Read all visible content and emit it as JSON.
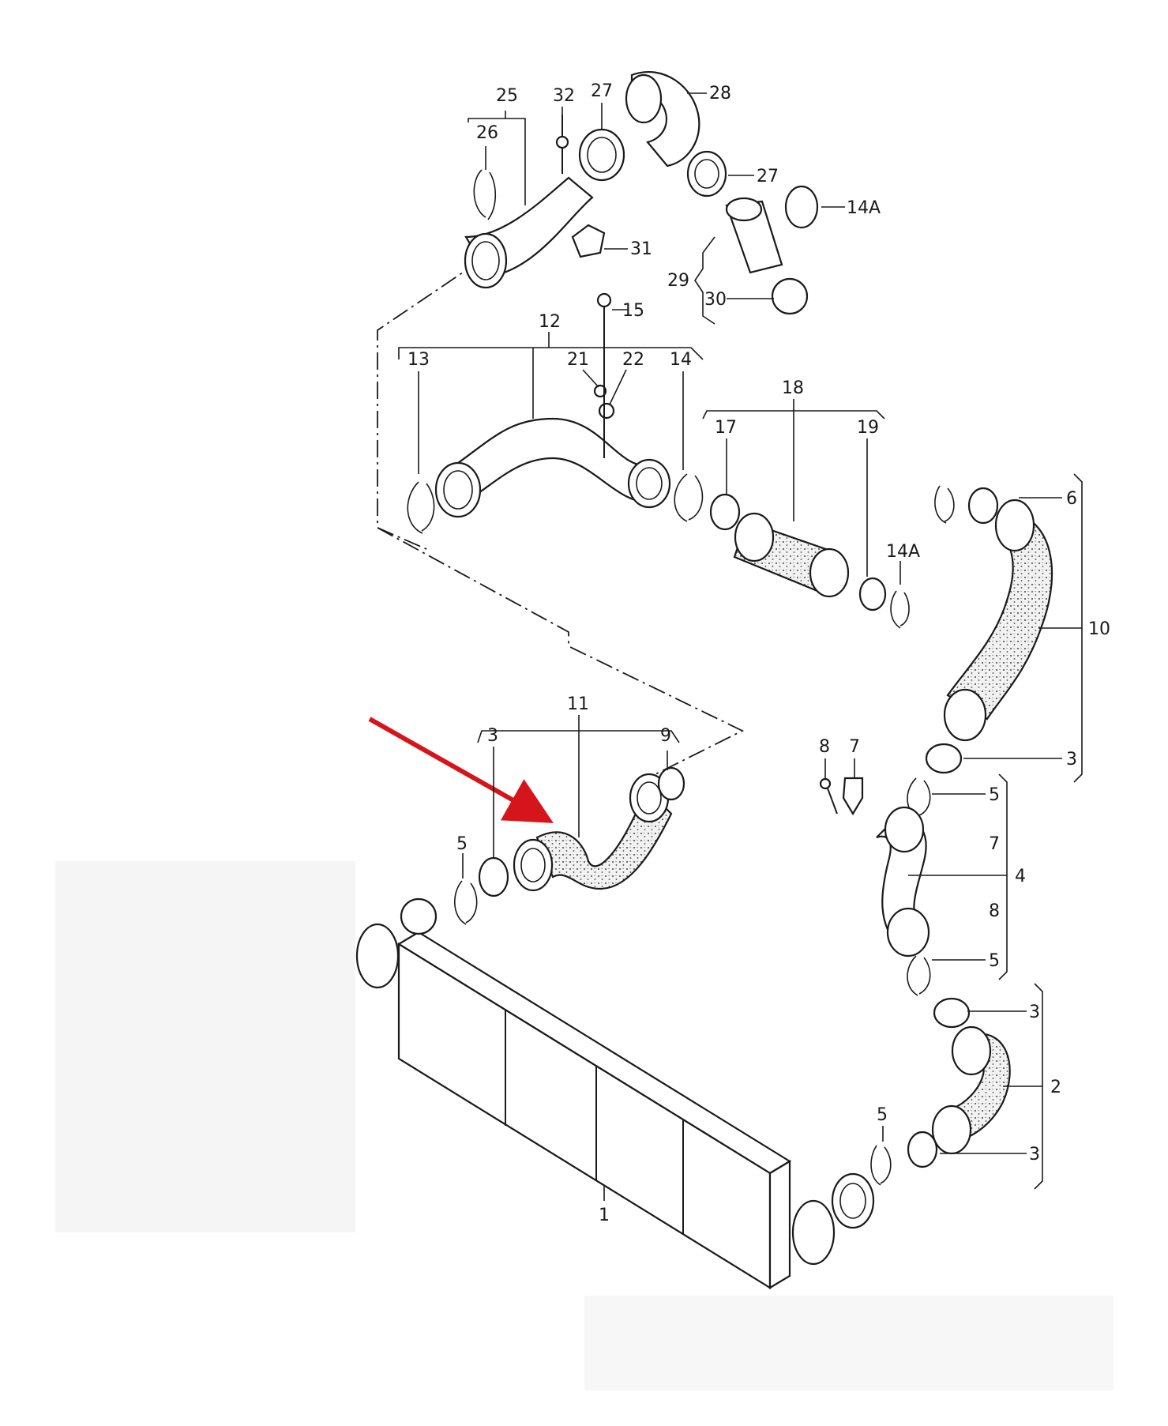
{
  "accent_color": "#d6141c",
  "callouts": {
    "c1": "1",
    "c2": "2",
    "c3a": "3",
    "c3b": "3",
    "c3c": "3",
    "c3d": "3",
    "c4": "4",
    "c5a": "5",
    "c5b": "5",
    "c5c": "5",
    "c5d": "5",
    "c6": "6",
    "c7a": "7",
    "c7b": "7",
    "c8a": "8",
    "c8b": "8",
    "c9": "9",
    "c10": "10",
    "c11": "11",
    "c12": "12",
    "c13": "13",
    "c14": "14",
    "c14a1": "14A",
    "c14a2": "14A",
    "c15": "15",
    "c17": "17",
    "c18": "18",
    "c19": "19",
    "c21": "21",
    "c22": "22",
    "c25": "25",
    "c26": "26",
    "c27a": "27",
    "c27b": "27",
    "c28": "28",
    "c29": "29",
    "c30": "30",
    "c31": "31",
    "c32": "32"
  }
}
